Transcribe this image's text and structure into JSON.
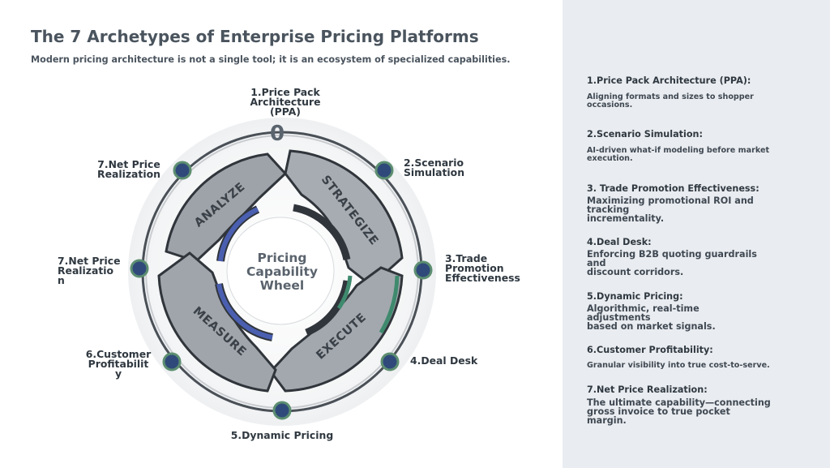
{
  "header": {
    "title": "The 7 Archetypes of Enterprise Pricing Platforms",
    "subtitle": "Modern pricing architecture is not a single tool; it is an ecosystem of specialized capabilities."
  },
  "wheel": {
    "center_label": [
      "Pricing",
      "Capability",
      "Wheel"
    ],
    "zero_mark": "0",
    "segments": {
      "analyze": "ANALYZE",
      "strategize": "STRATEGIZE",
      "execute": "EXECUTE",
      "measure": "MEASURE"
    },
    "nodes": {
      "ppa": "1.Price Pack\nArchitecture\n(PPA)",
      "scenario": "2.Scenario\nSimulation",
      "trade": "3.Trade\nPromotion\nEffectiveness",
      "deal": "4.Deal Desk",
      "dynamic": "5.Dynamic Pricing",
      "customer": "6.Customer\nProfitabilit\ny",
      "npr_left": "7.Net Price\nRealizatio\nn",
      "npr_top": "7.Net Price\nRealization"
    },
    "colors": {
      "blue": "#4a5fb0",
      "green": "#3f8a6e",
      "dark": "#30353b",
      "node_fill": "#2f4a7a",
      "node_ring": "#5c8e70"
    }
  },
  "sidebar": {
    "items": [
      {
        "heading": "1.Price Pack Architecture (PPA):",
        "desc": "Aligning formats and sizes to shopper\noccasions."
      },
      {
        "heading": "2.Scenario Simulation:",
        "desc": "AI-driven what-if modeling before market\nexecution."
      },
      {
        "heading": "3. Trade Promotion Effectiveness:",
        "desc": "Maximizing promotional ROI and\ntracking\nincrementality."
      },
      {
        "heading": "4.Deal Desk:",
        "desc": "Enforcing B2B quoting guardrails\nand\ndiscount corridors."
      },
      {
        "heading": "5.Dynamic Pricing:",
        "desc": "Algorithmic, real-time\nadjustments\nbased on market signals."
      },
      {
        "heading": "6.Customer Profitability:",
        "desc": "Granular visibility into true cost-to-serve."
      },
      {
        "heading": "7.Net Price Realization:",
        "desc": "The ultimate capability—connecting\ngross invoice to true pocket\nmargin."
      }
    ]
  }
}
